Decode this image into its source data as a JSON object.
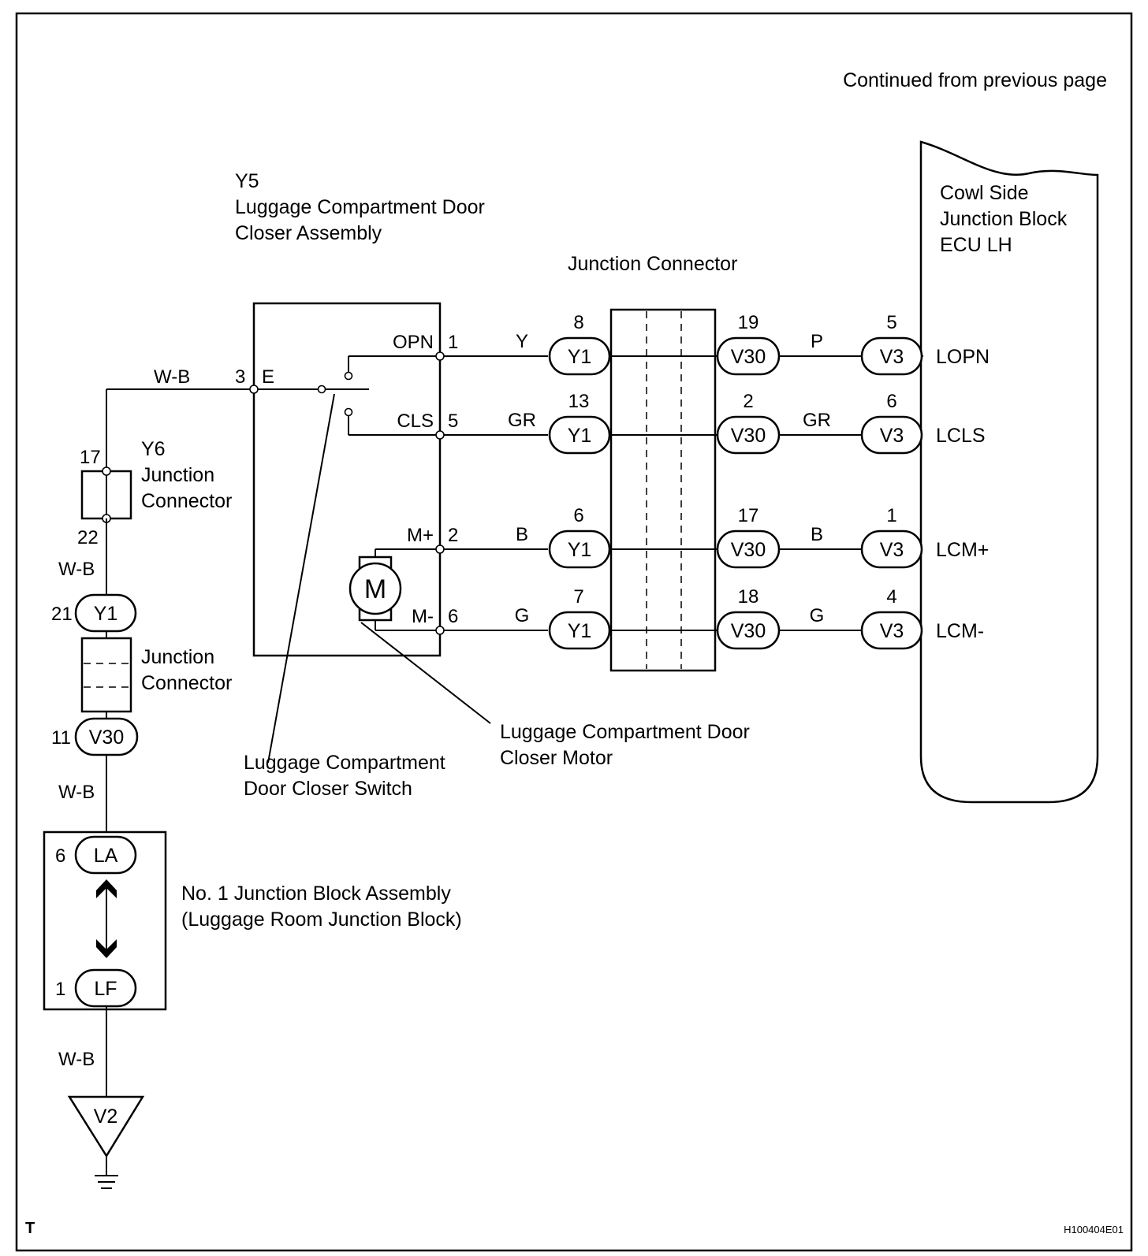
{
  "header": {
    "continued": "Continued from previous page"
  },
  "components": {
    "y5_code": "Y5",
    "y5_name_line1": "Luggage Compartment Door",
    "y5_name_line2": "Closer Assembly",
    "junction_connector_top": "Junction Connector",
    "ecu_line1": "Cowl Side",
    "ecu_line2": "Junction Block",
    "ecu_line3": "ECU LH",
    "y6_code": "Y6",
    "y6_line1": "Junction",
    "y6_line2": "Connector",
    "jc_left_line1": "Junction",
    "jc_left_line2": "Connector",
    "jb_line1": "No. 1 Junction Block Assembly",
    "jb_line2": "(Luggage Room Junction Block)",
    "switch_line1": "Luggage Compartment",
    "switch_line2": "Door Closer Switch",
    "motor_line1": "Luggage Compartment Door",
    "motor_line2": "Closer Motor",
    "motor_symbol": "M"
  },
  "circuits": [
    {
      "terminal": "OPN",
      "pin": "1",
      "color": "Y",
      "y1_pin": "8",
      "y1": "Y1",
      "v30_pin": "19",
      "v30": "V30",
      "out_color": "P",
      "v3_pin": "5",
      "v3": "V3",
      "ecu_terminal": "LOPN"
    },
    {
      "terminal": "CLS",
      "pin": "5",
      "color": "GR",
      "y1_pin": "13",
      "y1": "Y1",
      "v30_pin": "2",
      "v30": "V30",
      "out_color": "GR",
      "v3_pin": "6",
      "v3": "V3",
      "ecu_terminal": "LCLS"
    },
    {
      "terminal": "M+",
      "pin": "2",
      "color": "B",
      "y1_pin": "6",
      "y1": "Y1",
      "v30_pin": "17",
      "v30": "V30",
      "out_color": "B",
      "v3_pin": "1",
      "v3": "V3",
      "ecu_terminal": "LCM+"
    },
    {
      "terminal": "M-",
      "pin": "6",
      "color": "G",
      "y1_pin": "7",
      "y1": "Y1",
      "v30_pin": "18",
      "v30": "V30",
      "out_color": "G",
      "v3_pin": "4",
      "v3": "V3",
      "ecu_terminal": "LCM-"
    }
  ],
  "ground_path": {
    "e_terminal": "E",
    "e_pin": "3",
    "wire_top": "W-B",
    "y6_pin_top": "17",
    "y6_pin_bottom": "22",
    "wire_2": "W-B",
    "y1_pin": "21",
    "y1": "Y1",
    "v30_pin": "11",
    "v30": "V30",
    "wire_3": "W-B",
    "la_pin": "6",
    "la": "LA",
    "lf_pin": "1",
    "lf": "LF",
    "wire_4": "W-B",
    "ground_point": "V2"
  },
  "footer": {
    "corner_mark": "T",
    "figure_id": "H100404E01"
  }
}
